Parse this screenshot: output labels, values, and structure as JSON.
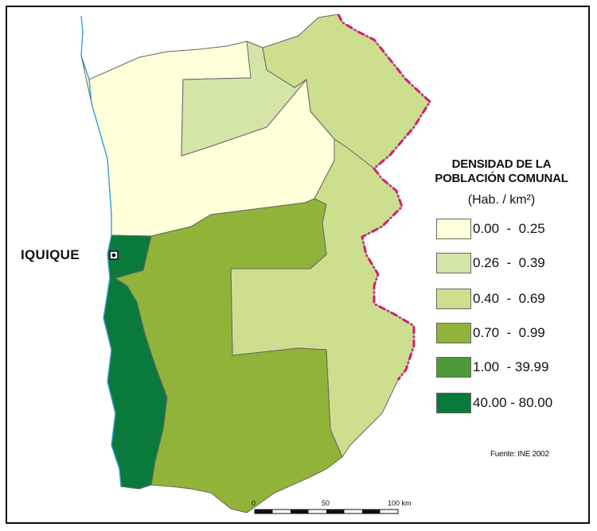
{
  "legend": {
    "title_line1": "DENSIDAD DE LA",
    "title_line2": "POBLACIÓN COMUNAL",
    "unit": "(Hab. / km²)",
    "classes": [
      {
        "range": "0.00  -  0.25",
        "color": "#ffffd9"
      },
      {
        "range": "0.26  -  0.39",
        "color": "#d4e5a8"
      },
      {
        "range": "0.40  -  0.69",
        "color": "#cbdf8e"
      },
      {
        "range": "0.70  -  0.99",
        "color": "#91b33a"
      },
      {
        "range": "1.00  - 39.99",
        "color": "#4a9a3a"
      },
      {
        "range": "40.00 - 80.00",
        "color": "#0a7a3c"
      }
    ]
  },
  "source": "Fuente: INE 2002",
  "city": {
    "name": "IQUIQUE"
  },
  "scalebar": {
    "labels": [
      "0",
      "50",
      "100 km"
    ]
  },
  "colors": {
    "coast": "#3aa0d8",
    "border": "#d81a72",
    "boundary": "#555555",
    "frame": "#111111"
  }
}
